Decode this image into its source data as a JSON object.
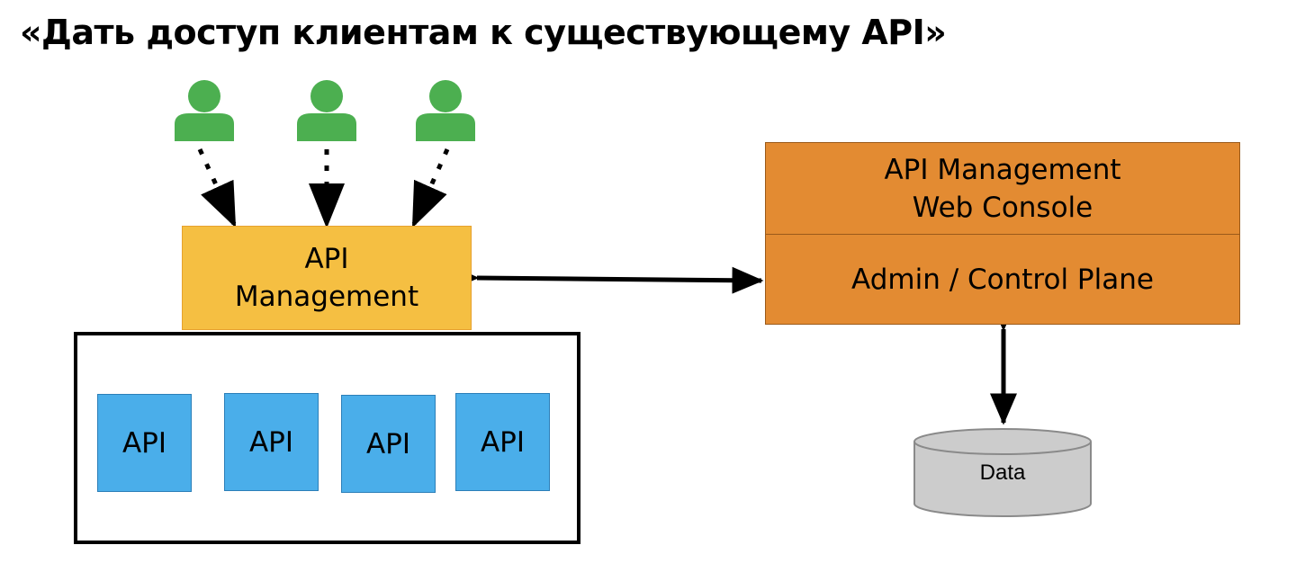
{
  "title": "«Дать доступ клиентам к существующему API»",
  "clients": [
    {
      "icon": "user-icon"
    },
    {
      "icon": "user-icon"
    },
    {
      "icon": "user-icon"
    }
  ],
  "gateway": {
    "line1": "API",
    "line2": "Management"
  },
  "apis": [
    {
      "label": "API"
    },
    {
      "label": "API"
    },
    {
      "label": "API"
    },
    {
      "label": "API"
    }
  ],
  "console": {
    "top_line1": "API Management",
    "top_line2": "Web Console",
    "bottom": "Admin / Control Plane"
  },
  "database": {
    "label": "Data"
  },
  "colors": {
    "user": "#4caf50",
    "gateway": "#f5bf42",
    "api": "#4aaeea",
    "console": "#e38b32",
    "database": "#cccccc"
  }
}
